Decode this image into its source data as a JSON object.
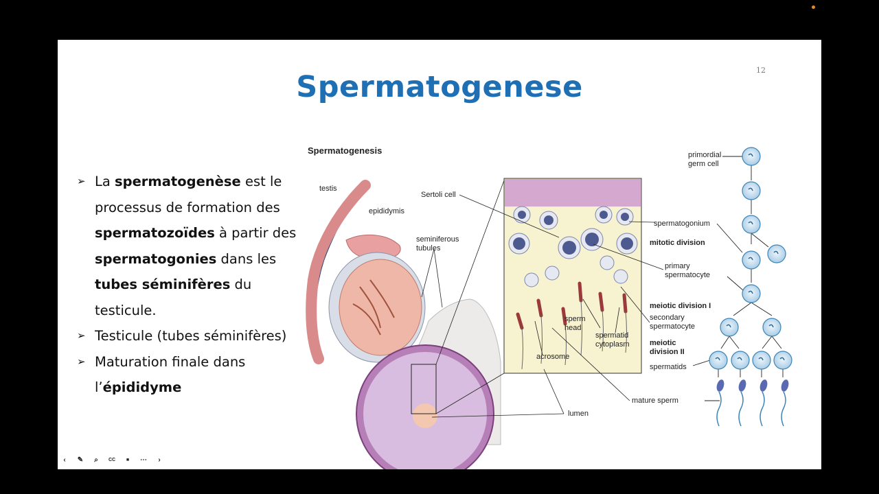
{
  "slide": {
    "title": "Spermatogenese",
    "page_number": "12",
    "bullets": [
      {
        "parts": [
          {
            "t": "La ",
            "b": false
          },
          {
            "t": "spermatogenèse",
            "b": true
          },
          {
            "t": " est le processus de formation des ",
            "b": false
          },
          {
            "t": "spermatozoïdes",
            "b": true
          },
          {
            "t": " à partir des ",
            "b": false
          },
          {
            "t": "spermatogonies",
            "b": true
          },
          {
            "t": " dans les ",
            "b": false
          },
          {
            "t": "tubes séminifères",
            "b": true
          },
          {
            "t": " du testicule.",
            "b": false
          }
        ]
      },
      {
        "parts": [
          {
            "t": "Testicule (tubes séminifères)",
            "b": false
          }
        ]
      },
      {
        "parts": [
          {
            "t": "Maturation finale dans l’",
            "b": false
          },
          {
            "t": "épididyme",
            "b": true
          }
        ]
      }
    ]
  },
  "figure": {
    "title": "Spermatogenesis",
    "labels": {
      "testis": "testis",
      "epididymis": "epididymis",
      "seminiferous": "seminiferous\ntubules",
      "sertoli": "Sertoli cell",
      "sperm_head": "sperm\nhead",
      "acrosome": "acrosome",
      "spermatid_cytoplasm": "spermatid\ncytoplasm",
      "lumen": "lumen",
      "mature_sperm": "mature sperm",
      "primordial": "primordial\ngerm cell",
      "spermatogonium": "spermatogonium",
      "mitotic": "mitotic division",
      "primary": "primary\nspermatocyte",
      "meiotic1": "meiotic division I",
      "secondary": "secondary\nspermatocyte",
      "meiotic2": "meiotic\ndivision II",
      "spermatids": "spermatids"
    }
  },
  "colors": {
    "title": "#1f6fb4",
    "cell_fill": "#cfe3f2",
    "cell_stroke": "#3b84b7",
    "tissue": "#e9a99a"
  },
  "toolbar": {
    "icons": [
      "back-icon",
      "pen-icon",
      "zoom-icon",
      "captions-icon",
      "camera-icon",
      "more-icon",
      "forward-icon"
    ]
  }
}
